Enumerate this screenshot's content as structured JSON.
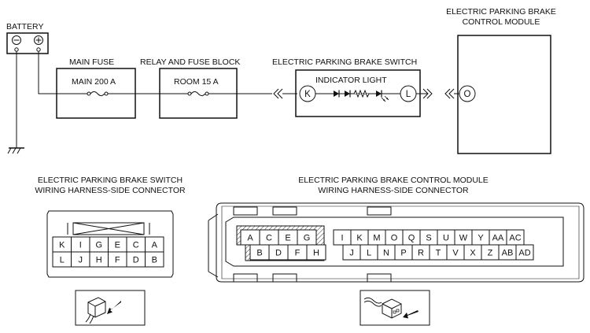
{
  "battery": {
    "label": "BATTERY",
    "minus": "⊖",
    "plus": "⊕"
  },
  "main_fuse": {
    "title": "MAIN FUSE",
    "rating": "MAIN 200 A"
  },
  "relay_block": {
    "title": "RELAY AND FUSE BLOCK",
    "rating": "ROOM 15 A"
  },
  "switch": {
    "title": "ELECTRIC PARKING BRAKE SWITCH",
    "indicator": "INDICATOR LIGHT",
    "pin_in": "K",
    "pin_out": "L"
  },
  "module": {
    "title_line1": "ELECTRIC PARKING BRAKE",
    "title_line2": "CONTROL MODULE",
    "pin": "O"
  },
  "switch_connector": {
    "title_line1": "ELECTRIC PARKING BRAKE SWITCH",
    "title_line2": "WIRING HARNESS-SIDE CONNECTOR",
    "top_row": [
      "K",
      "I",
      "G",
      "E",
      "C",
      "A"
    ],
    "bottom_row": [
      "L",
      "J",
      "H",
      "F",
      "D",
      "B"
    ]
  },
  "module_connector": {
    "title_line1": "ELECTRIC PARKING BRAKE CONTROL MODULE",
    "title_line2": "WIRING HARNESS-SIDE CONNECTOR",
    "block_top": [
      "A",
      "C",
      "E",
      "G"
    ],
    "block_bottom": [
      "B",
      "D",
      "F",
      "H"
    ],
    "top_row": [
      "I",
      "K",
      "M",
      "O",
      "Q",
      "S",
      "U",
      "W",
      "Y",
      "AA",
      "AC"
    ],
    "bottom_row": [
      "J",
      "L",
      "N",
      "P",
      "R",
      "T",
      "V",
      "X",
      "Z",
      "AB",
      "AD"
    ]
  }
}
